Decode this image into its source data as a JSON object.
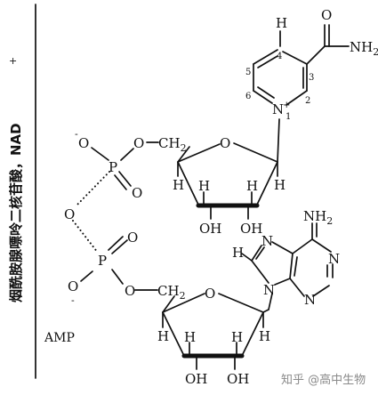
{
  "side_label": "烟酰胺腺嘌呤二核苷酸，NAD",
  "side_label_sup": "+",
  "amp_label": "AMP",
  "watermark": "知乎 @高中生物",
  "nicotinamide": {
    "amide_O": "O",
    "amide_NH2": "NH",
    "amide_NH2_sub": "2",
    "ring_H": "H",
    "pos4": "4",
    "pos3": "3",
    "pos5": "5",
    "pos6": "6",
    "pos2": "2",
    "pos1": "1",
    "N_plus": "N",
    "plus": "+"
  },
  "top_phosphate": {
    "O_minus": "O",
    "minus": "-",
    "P": "P",
    "O_double": "O",
    "O_ester": "O",
    "CH2": "CH",
    "CH2_sub": "2"
  },
  "bridge_O": "O",
  "bottom_phosphate": {
    "O_double": "O",
    "P": "P",
    "O_minus": "O",
    "minus": "-",
    "O_ester": "O",
    "CH2": "CH",
    "CH2_sub": "2"
  },
  "top_ribose": {
    "ring_O": "O",
    "H_upper_left": "H",
    "H_upper_right": "H",
    "H_lower_left": "H",
    "H_lower_right": "H",
    "OH_left": "OH",
    "OH_right": "OH"
  },
  "adenine": {
    "NH2": "NH",
    "NH2_sub": "2",
    "H8": "H",
    "N": "N"
  },
  "bottom_ribose": {
    "ring_O": "O",
    "H_upper_left": "H",
    "H_upper_right": "H",
    "H_lower_left": "H",
    "H_lower_right": "H",
    "OH_left": "OH",
    "OH_right": "OH"
  }
}
